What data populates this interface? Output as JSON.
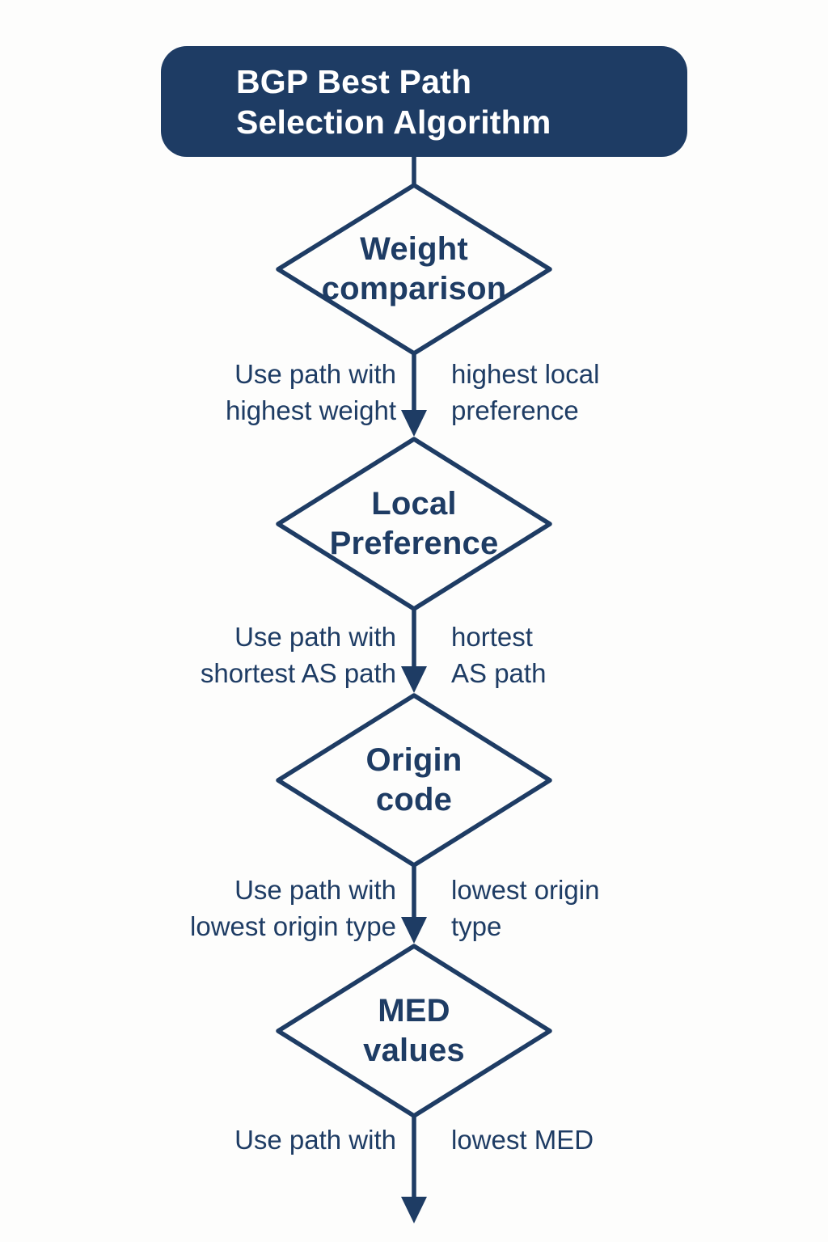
{
  "diagram": {
    "type": "flowchart",
    "colors": {
      "navy": "#1e3c64",
      "background": "#fdfdfc",
      "header_text": "#ffffff"
    },
    "header": {
      "title": "BGP Best Path\nSelection Algorithm"
    },
    "diamonds": [
      {
        "label": "Weight\ncomparison"
      },
      {
        "label": "Local\nPreference"
      },
      {
        "label": "Origin\ncode"
      },
      {
        "label": "MED\nvalues"
      }
    ],
    "edges": [
      {
        "left_label": "Use path with\nhighest weight",
        "right_label": "highest local\npreference"
      },
      {
        "left_label": "Use path with\nshortest AS path",
        "right_label": "hortest\nAS path"
      },
      {
        "left_label": "Use path with\nlowest origin type",
        "right_label": "lowest origin\ntype"
      },
      {
        "left_label": "Use path with",
        "right_label": "lowest MED"
      }
    ]
  }
}
